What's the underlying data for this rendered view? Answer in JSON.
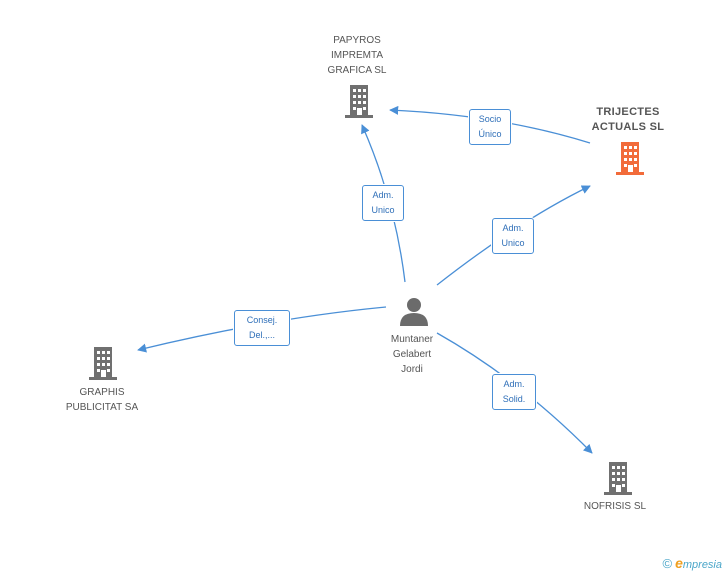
{
  "colors": {
    "edge": "#4a8fd6",
    "company": "#707070",
    "company_highlight": "#f26b3a",
    "person": "#6b6b6b"
  },
  "nodes": {
    "papyros": {
      "label": "PAPYROS\nIMPREMTA\nGRAFICA  SL",
      "icon": "building-icon"
    },
    "trijectes": {
      "label": "TRIJECTES\nACTUALS  SL",
      "icon": "building-icon"
    },
    "person": {
      "label": "Muntaner\nGelabert\nJordi",
      "icon": "person-icon"
    },
    "graphis": {
      "label": "GRAPHIS\nPUBLICITAT SA",
      "icon": "building-icon"
    },
    "nofrisis": {
      "label": "NOFRISIS SL",
      "icon": "building-icon"
    }
  },
  "edges": {
    "trijectes_papyros": "Socio\nÚnico",
    "person_papyros": "Adm.\nUnico",
    "person_trijectes": "Adm.\nUnico",
    "person_graphis": "Consej.\nDel.,...",
    "person_nofrisis": "Adm.\nSolid."
  },
  "footer": {
    "copyright": "©",
    "brand_initial": "e",
    "brand_rest": "mpresia"
  }
}
